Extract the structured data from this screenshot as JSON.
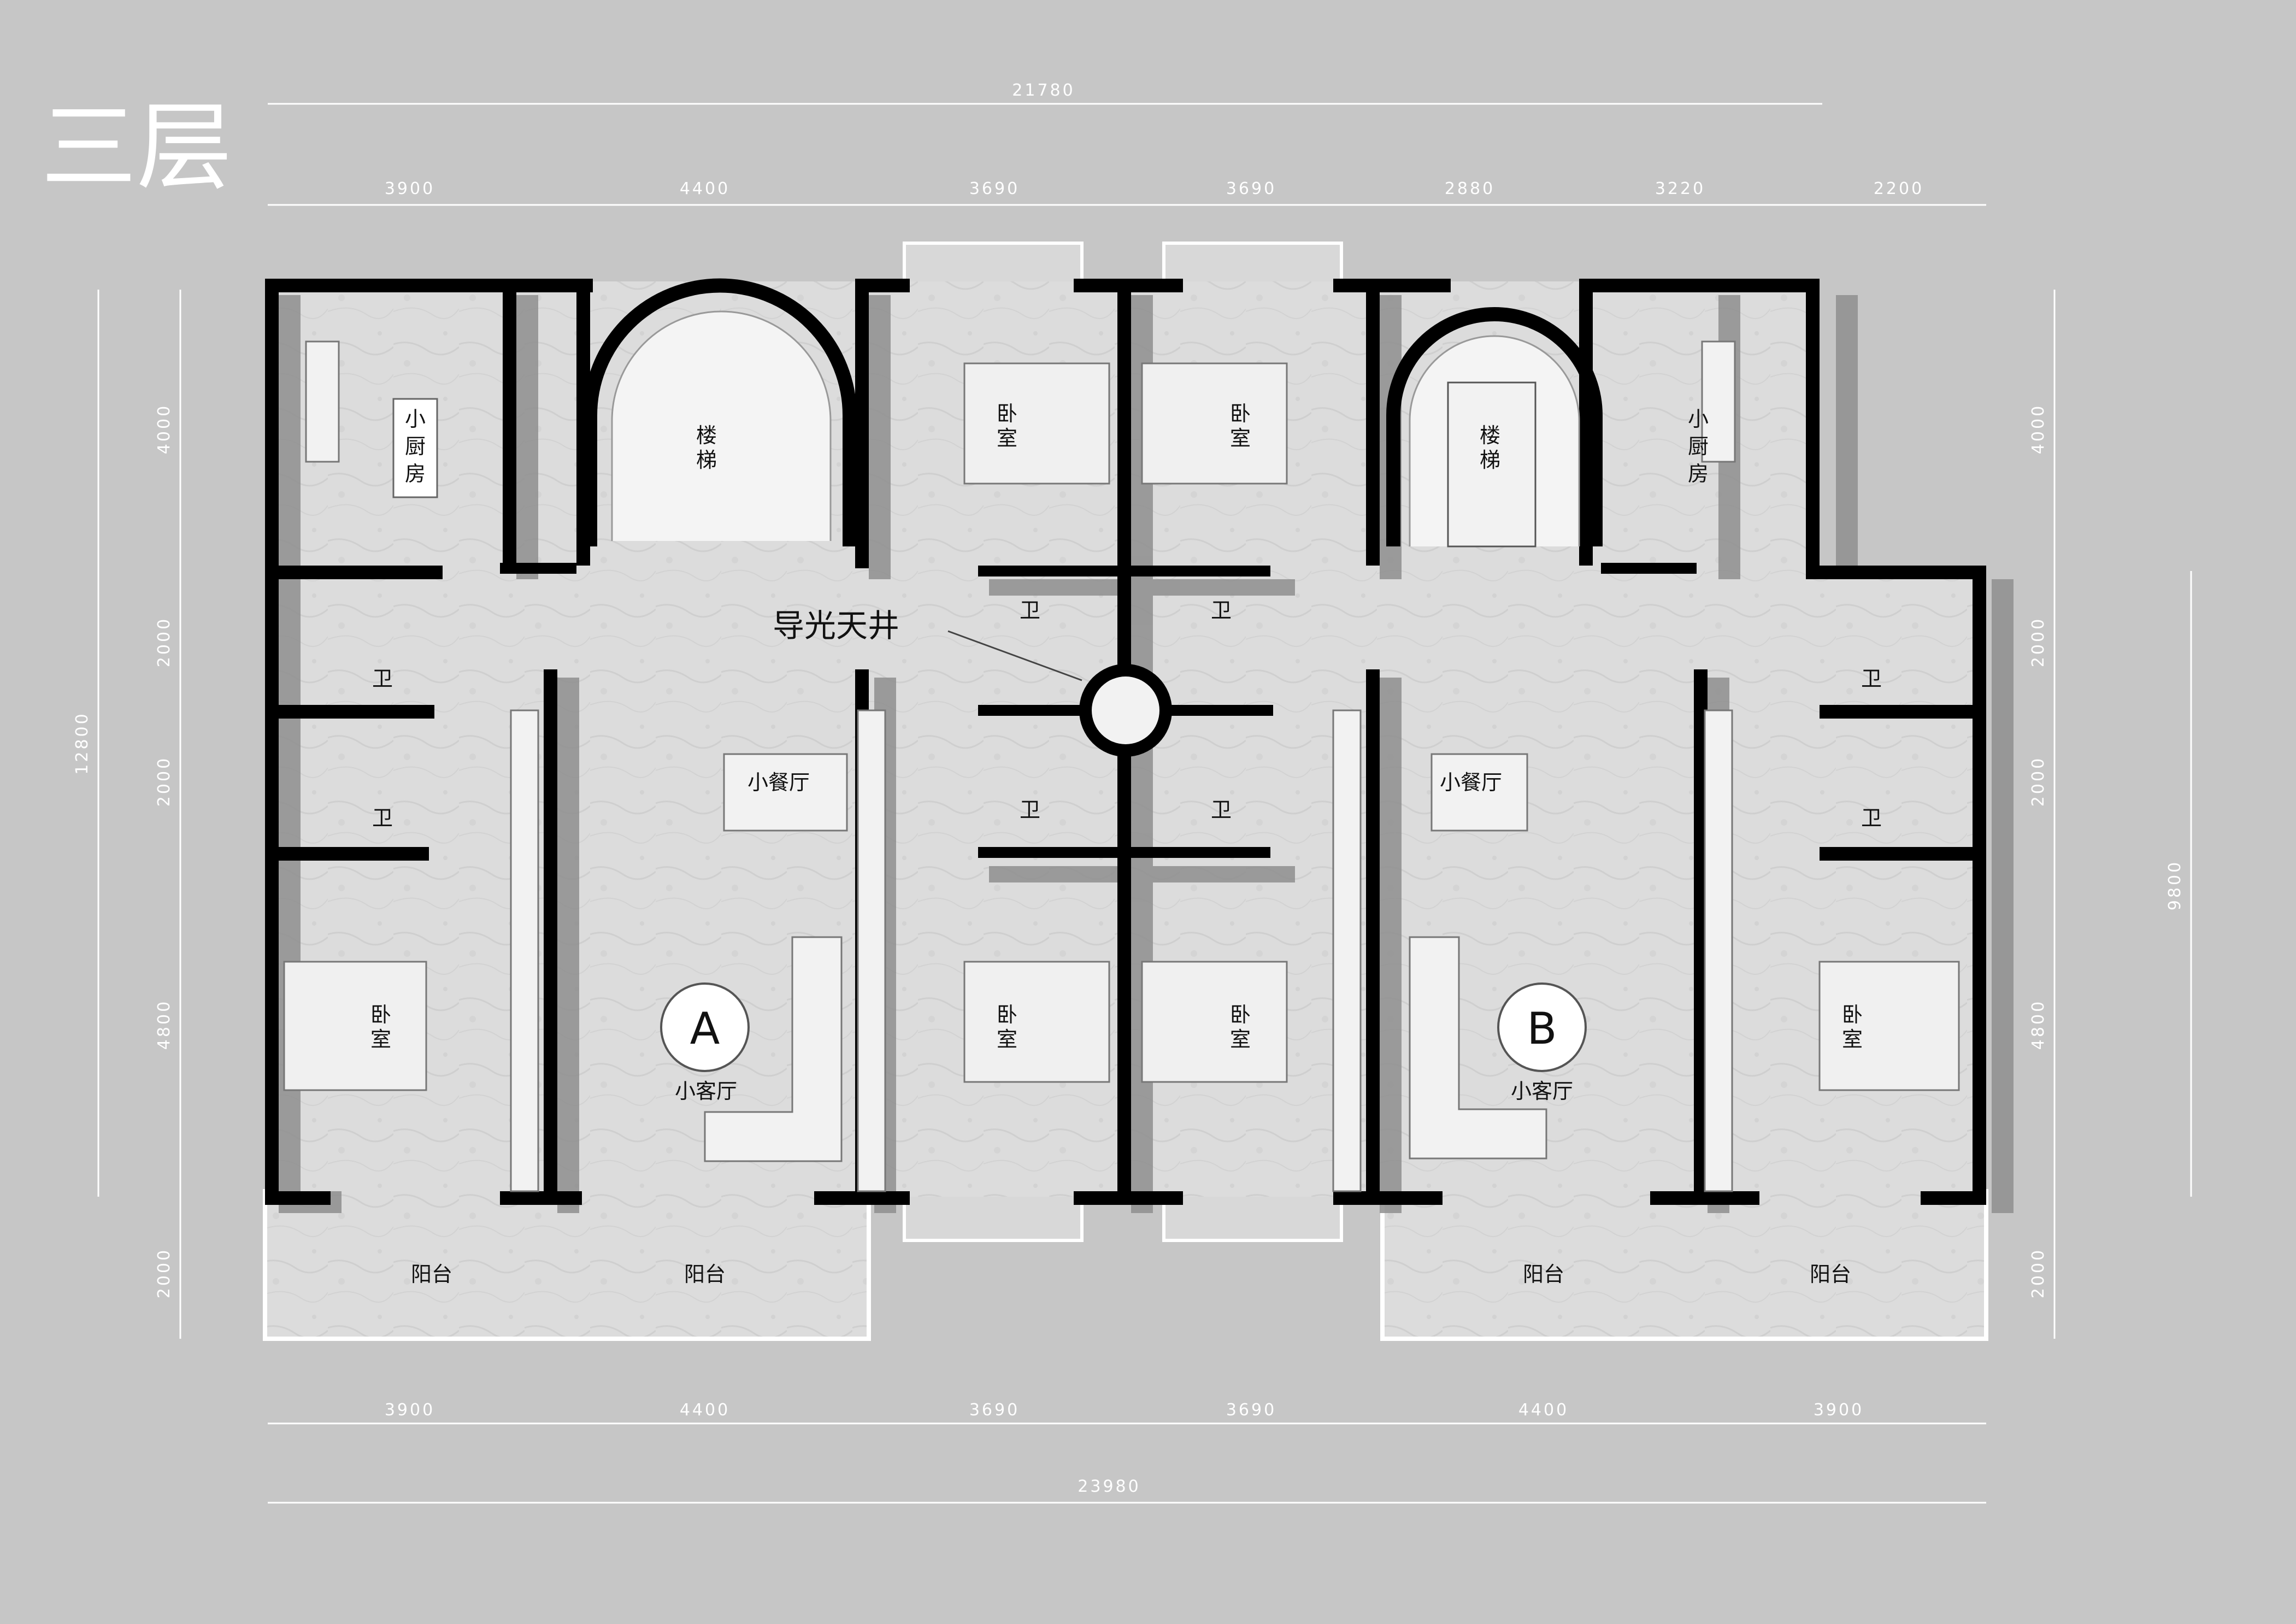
{
  "floor_title": "三层",
  "dimensions": {
    "top_total": "21780",
    "bottom_total": "23980",
    "left_total": "12800",
    "right_total": "9800",
    "top_segments": [
      "3900",
      "4400",
      "3690",
      "3690",
      "2880",
      "3220",
      "2200"
    ],
    "bottom_segments": [
      "3900",
      "4400",
      "3690",
      "3690",
      "4400",
      "3900"
    ],
    "left_segments": [
      "4000",
      "2000",
      "2000",
      "4800",
      "2000"
    ],
    "right_segments": [
      "4000",
      "2000",
      "2000",
      "4800",
      "2000"
    ]
  },
  "rooms": {
    "kitchen": "小厨房",
    "stair": "楼梯",
    "bedroom": "卧室",
    "bath": "卫",
    "dining": "小餐厅",
    "living": "小客厅",
    "balcony": "阳台",
    "lightwell": "导光天井"
  },
  "units": {
    "a": "A",
    "b": "B"
  },
  "colors": {
    "background": "#c6c6c6",
    "floor": "#d9d9d9",
    "wall": "#000000",
    "shadow": "#8a8a8a"
  }
}
